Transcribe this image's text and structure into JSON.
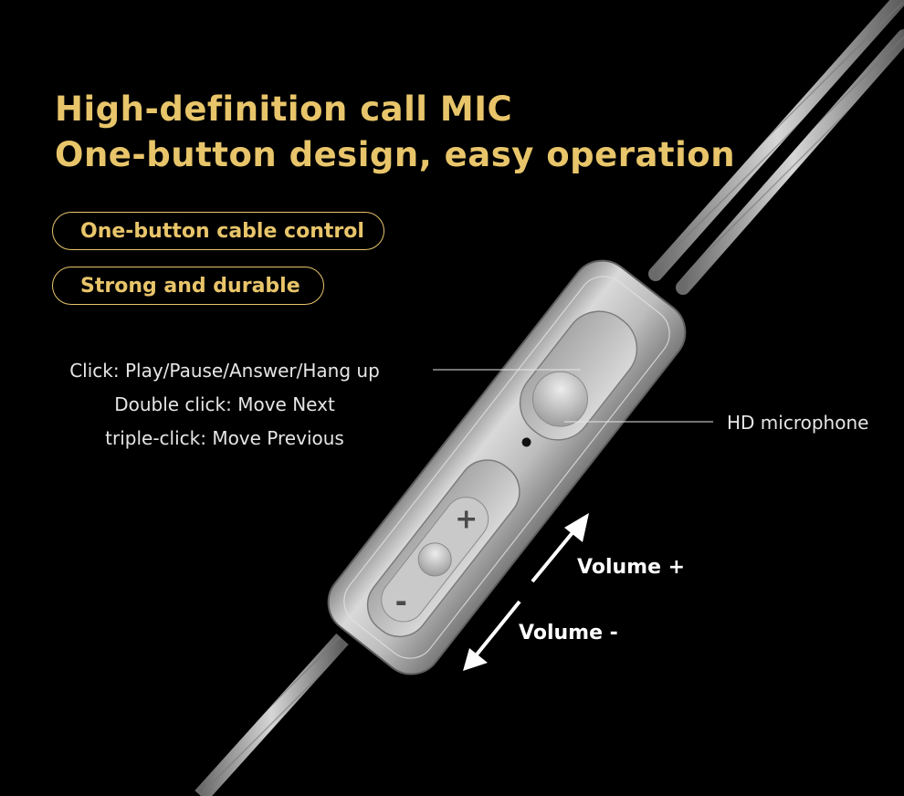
{
  "headline": {
    "line1": "High-definition call  MIC",
    "line2": "One-button design, easy operation"
  },
  "features": [
    "One-button cable control",
    "Strong and durable"
  ],
  "instructions": [
    "Click: Play/Pause/Answer/Hang up",
    "Double click: Move Next",
    "triple-click: Move Previous"
  ],
  "callouts": {
    "microphone": "HD microphone"
  },
  "volume": {
    "up": "Volume +",
    "down": "Volume -"
  },
  "remote_buttons": {
    "plus": "+",
    "minus": "-"
  },
  "colors": {
    "background": "#000000",
    "accent_gold": "#e8c56a",
    "body_text": "#e6e6e6",
    "metal": "#b4b4b4"
  }
}
